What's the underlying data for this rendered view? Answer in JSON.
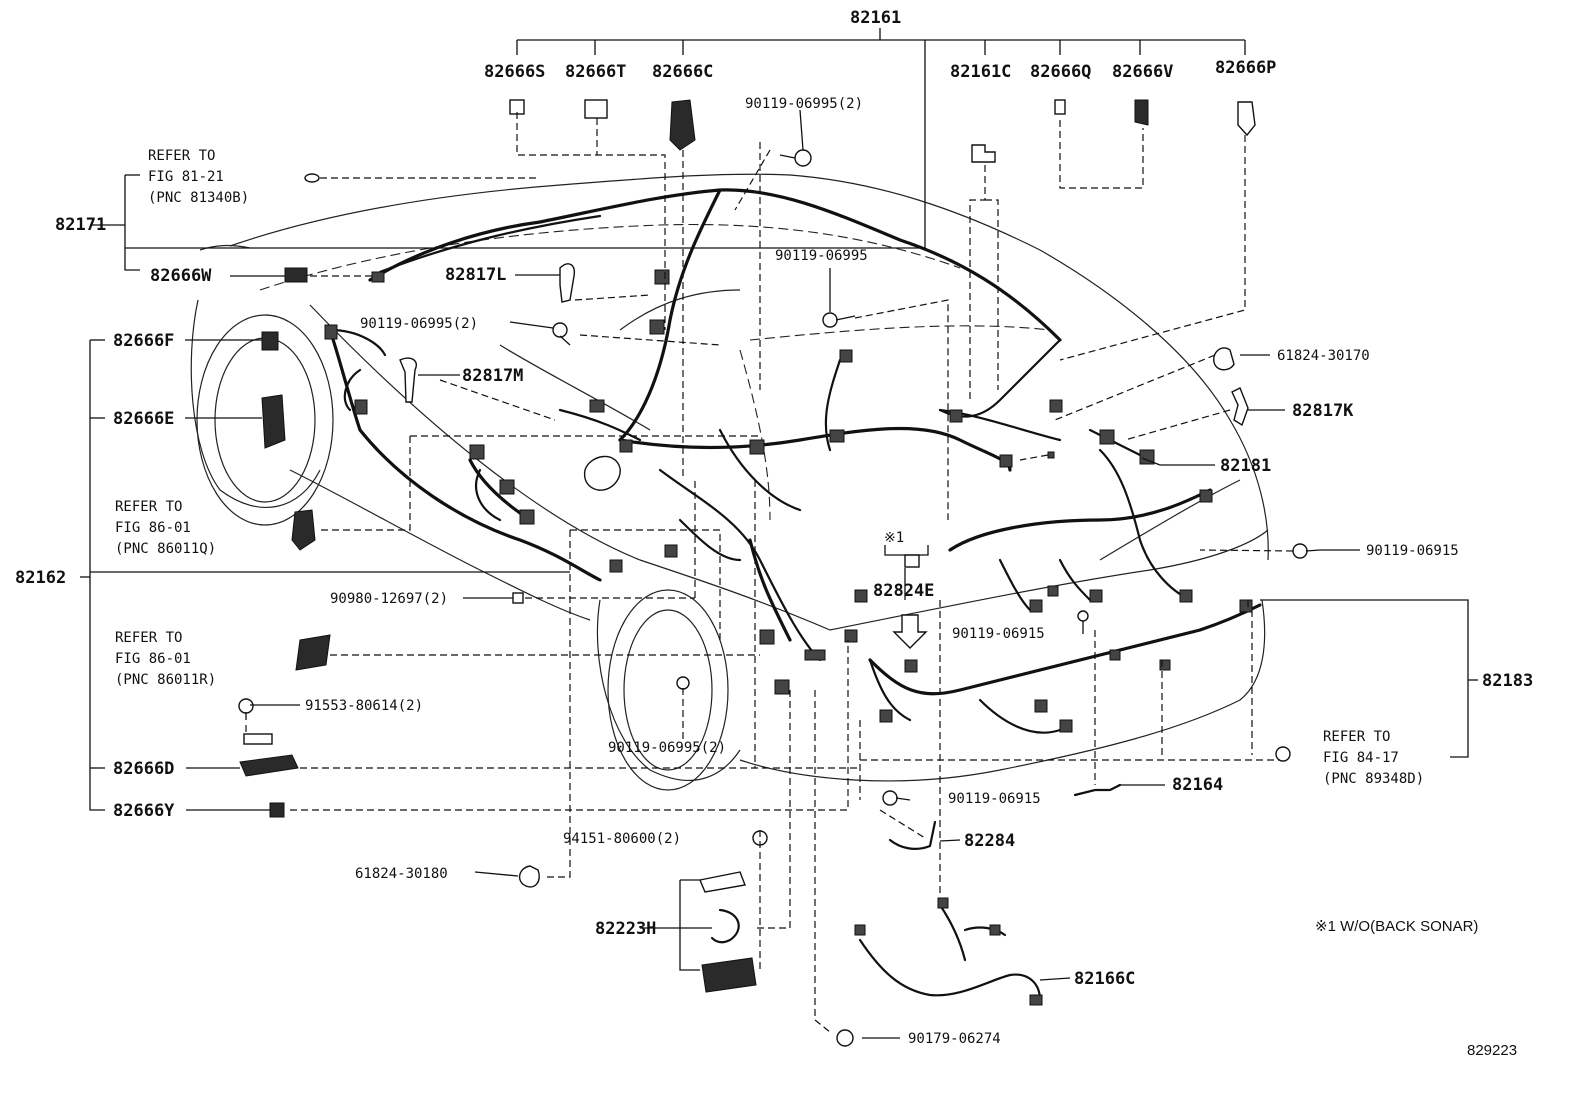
{
  "diagram": {
    "main_label": "82161",
    "top_labels": [
      "82666S",
      "82666T",
      "82666C",
      "82161C",
      "82666Q",
      "82666V",
      "82666P"
    ],
    "left_group_top": "82171",
    "left_group_main": "82162",
    "labels": {
      "l82666W": "82666W",
      "l82666F": "82666F",
      "l82666E": "82666E",
      "l82666D": "82666D",
      "l82666Y": "82666Y",
      "l82817L": "82817L",
      "l82817M": "82817M",
      "l82817K": "82817K",
      "l82181": "82181",
      "l82183": "82183",
      "l82824E": "82824E",
      "l82164": "82164",
      "l82284": "82284",
      "l82223H": "82223H",
      "l82166C": "82166C"
    },
    "small_parts": {
      "p1": "90119-06995(2)",
      "p2": "90119-06995",
      "p3": "90119-06995(2)",
      "p4": "61824-30170",
      "p5": "90119-06915",
      "p6": "90119-06915",
      "p7": "90980-12697(2)",
      "p8": "91553-80614(2)",
      "p9": "90119-06995(2)",
      "p10": "90119-06915",
      "p11": "94151-80600(2)",
      "p12": "61824-30180",
      "p13": "90179-06274"
    },
    "refs": {
      "r1": [
        "REFER TO",
        "FIG 81-21",
        "(PNC 81340B)"
      ],
      "r2": [
        "REFER TO",
        "FIG 86-01",
        "(PNC 86011Q)"
      ],
      "r3": [
        "REFER TO",
        "FIG 86-01",
        "(PNC 86011R)"
      ],
      "r4": [
        "REFER TO",
        "FIG 84-17",
        "(PNC 89348D)"
      ]
    },
    "mark_1": "※1",
    "note": "※1 W/O(BACK SONAR)",
    "figure_id": "829223"
  }
}
